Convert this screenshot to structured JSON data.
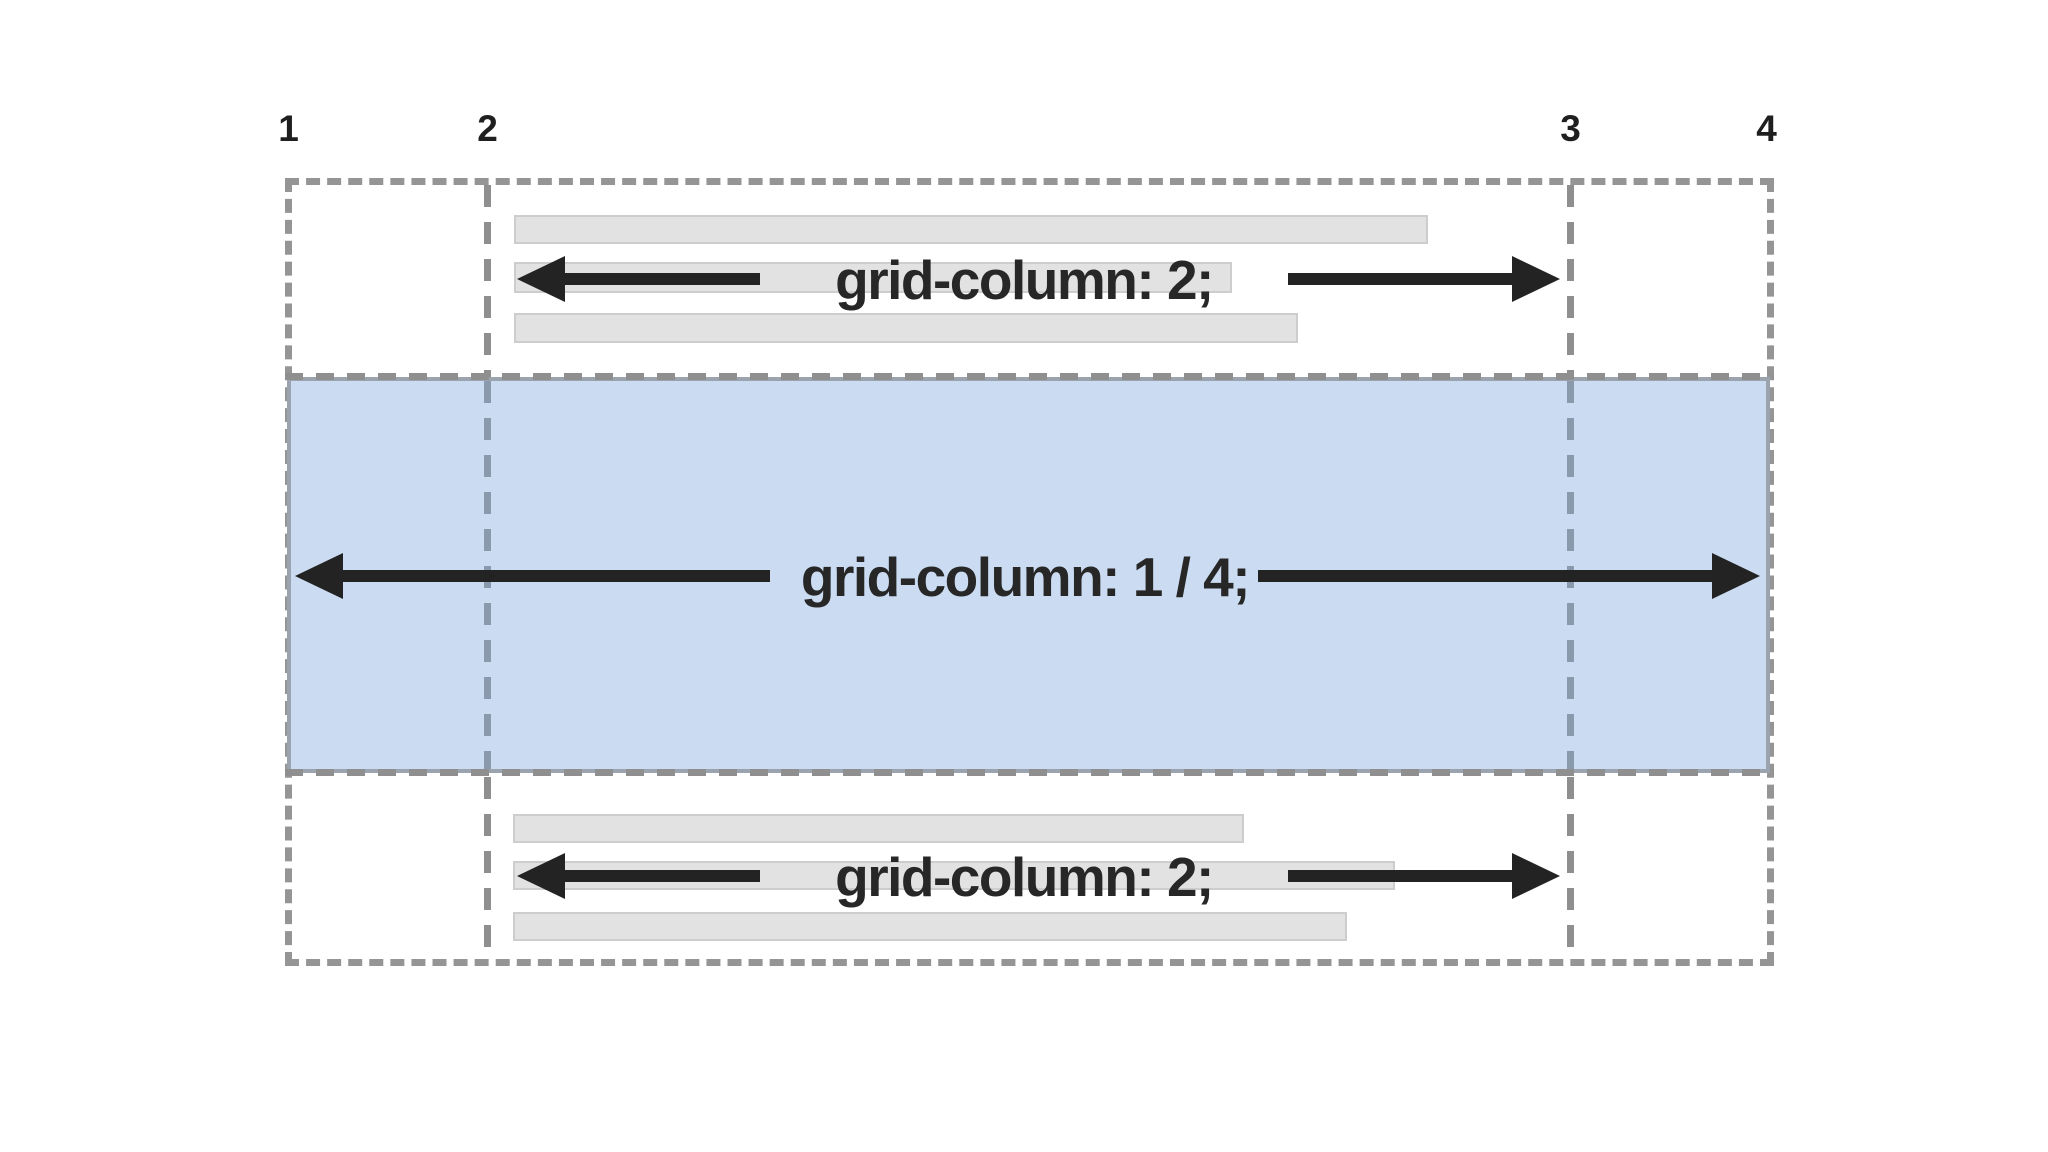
{
  "figure": {
    "title_hint": "CSS grid-column placement diagram",
    "grid_line_numbers": [
      "1",
      "2",
      "3",
      "4"
    ],
    "rows": [
      {
        "label": "grid-column: 2;"
      },
      {
        "label": "grid-column: 1 / 4;"
      },
      {
        "label": "grid-column: 2;"
      }
    ],
    "colors": {
      "highlight_blue": "#cbdcf2",
      "placeholder_gray": "#e2e2e2",
      "dash_gray": "#8f8f8f",
      "arrow_black": "#232323",
      "text_dark": "#272727"
    }
  }
}
